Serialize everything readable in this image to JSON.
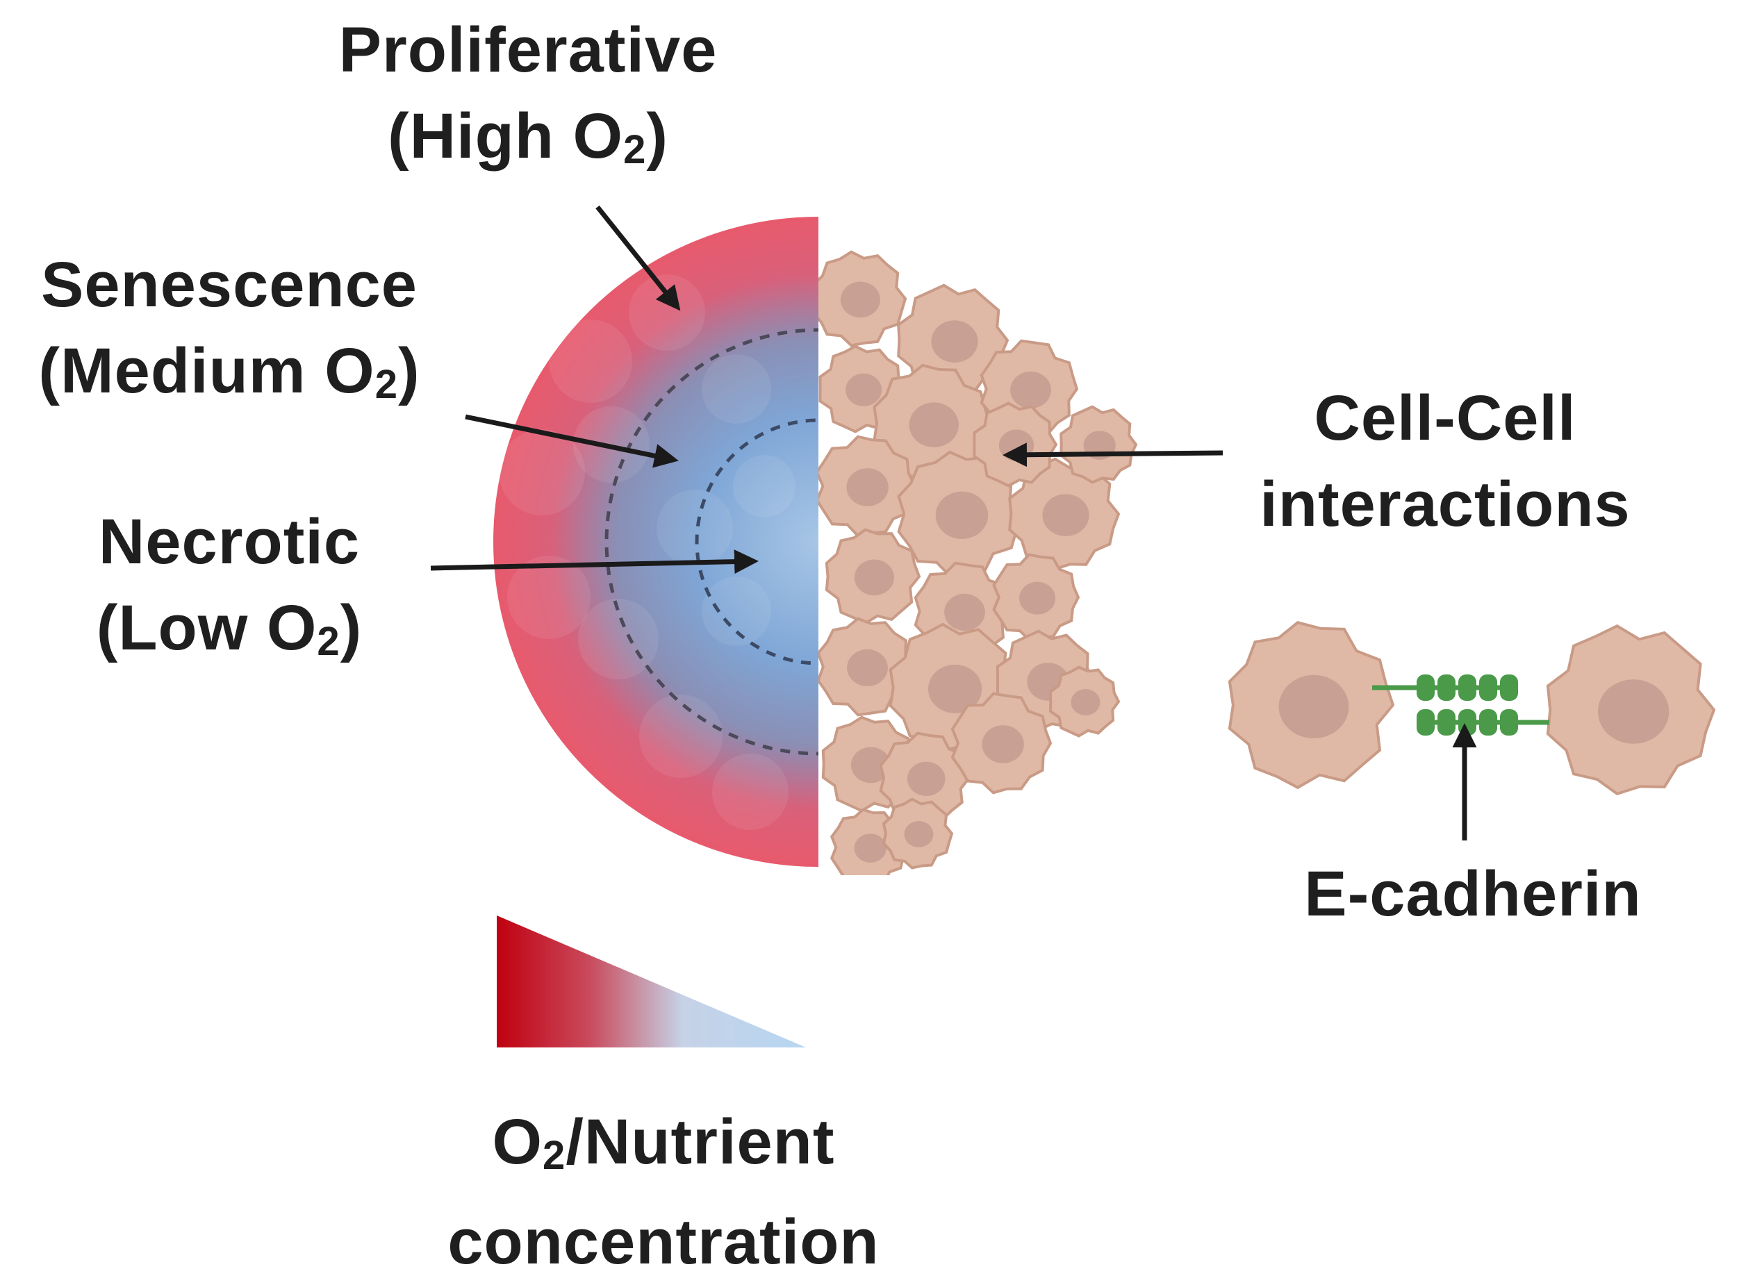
{
  "labels": {
    "proliferative": {
      "line1": "Proliferative",
      "line2_pre": "(High O",
      "line2_sub": "2",
      "line2_post": ")"
    },
    "senescence": {
      "line1": "Senescence",
      "line2_pre": "(Medium O",
      "line2_sub": "2",
      "line2_post": ")"
    },
    "necrotic": {
      "line1": "Necrotic",
      "line2_pre": "(Low O",
      "line2_sub": "2",
      "line2_post": ")"
    },
    "cell_cell": {
      "line1": "Cell-Cell",
      "line2": "interactions"
    },
    "e_cadherin": {
      "text": "E-cadherin"
    },
    "gradient": {
      "line1_pre": "O",
      "line1_sub": "2",
      "line1_post": "/Nutrient",
      "line2": "concentration"
    }
  },
  "colors": {
    "outer_zone": "#e05a6e",
    "middle_zone": "#8a8fb5",
    "inner_zone": "#8db4dc",
    "cell_fill": "#e0b9a6",
    "cell_outline": "#c99b86",
    "nucleus": "#c9a094",
    "cadherin": "#4a9a4a",
    "gradient_high": "#c00010",
    "gradient_low": "#b9d8f2",
    "arrow": "#1a1a1a"
  }
}
